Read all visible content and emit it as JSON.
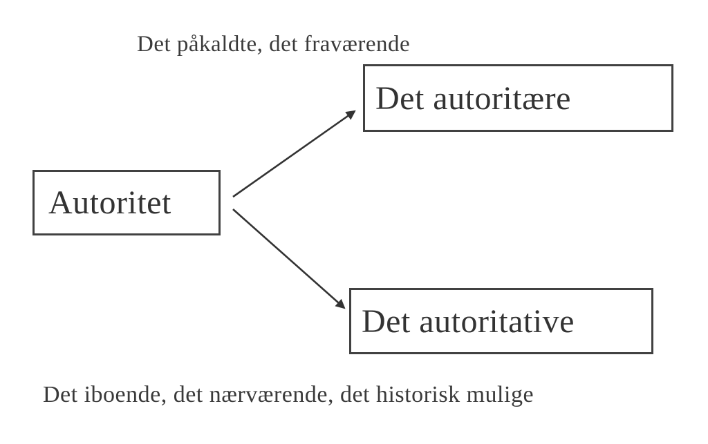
{
  "diagram": {
    "annotations": {
      "top": "Det påkaldte, det fraværende",
      "bottom": "Det iboende, det nærværende, det historisk mulige"
    },
    "nodes": {
      "root": "Autoritet",
      "upper": "Det autoritære",
      "lower": "Det autoritative"
    },
    "edges": [
      {
        "from": "root",
        "to": "upper"
      },
      {
        "from": "root",
        "to": "lower"
      }
    ],
    "colors": {
      "text": "#3a3a3a",
      "border": "#414141",
      "arrow": "#333333",
      "background": "#ffffff"
    }
  }
}
